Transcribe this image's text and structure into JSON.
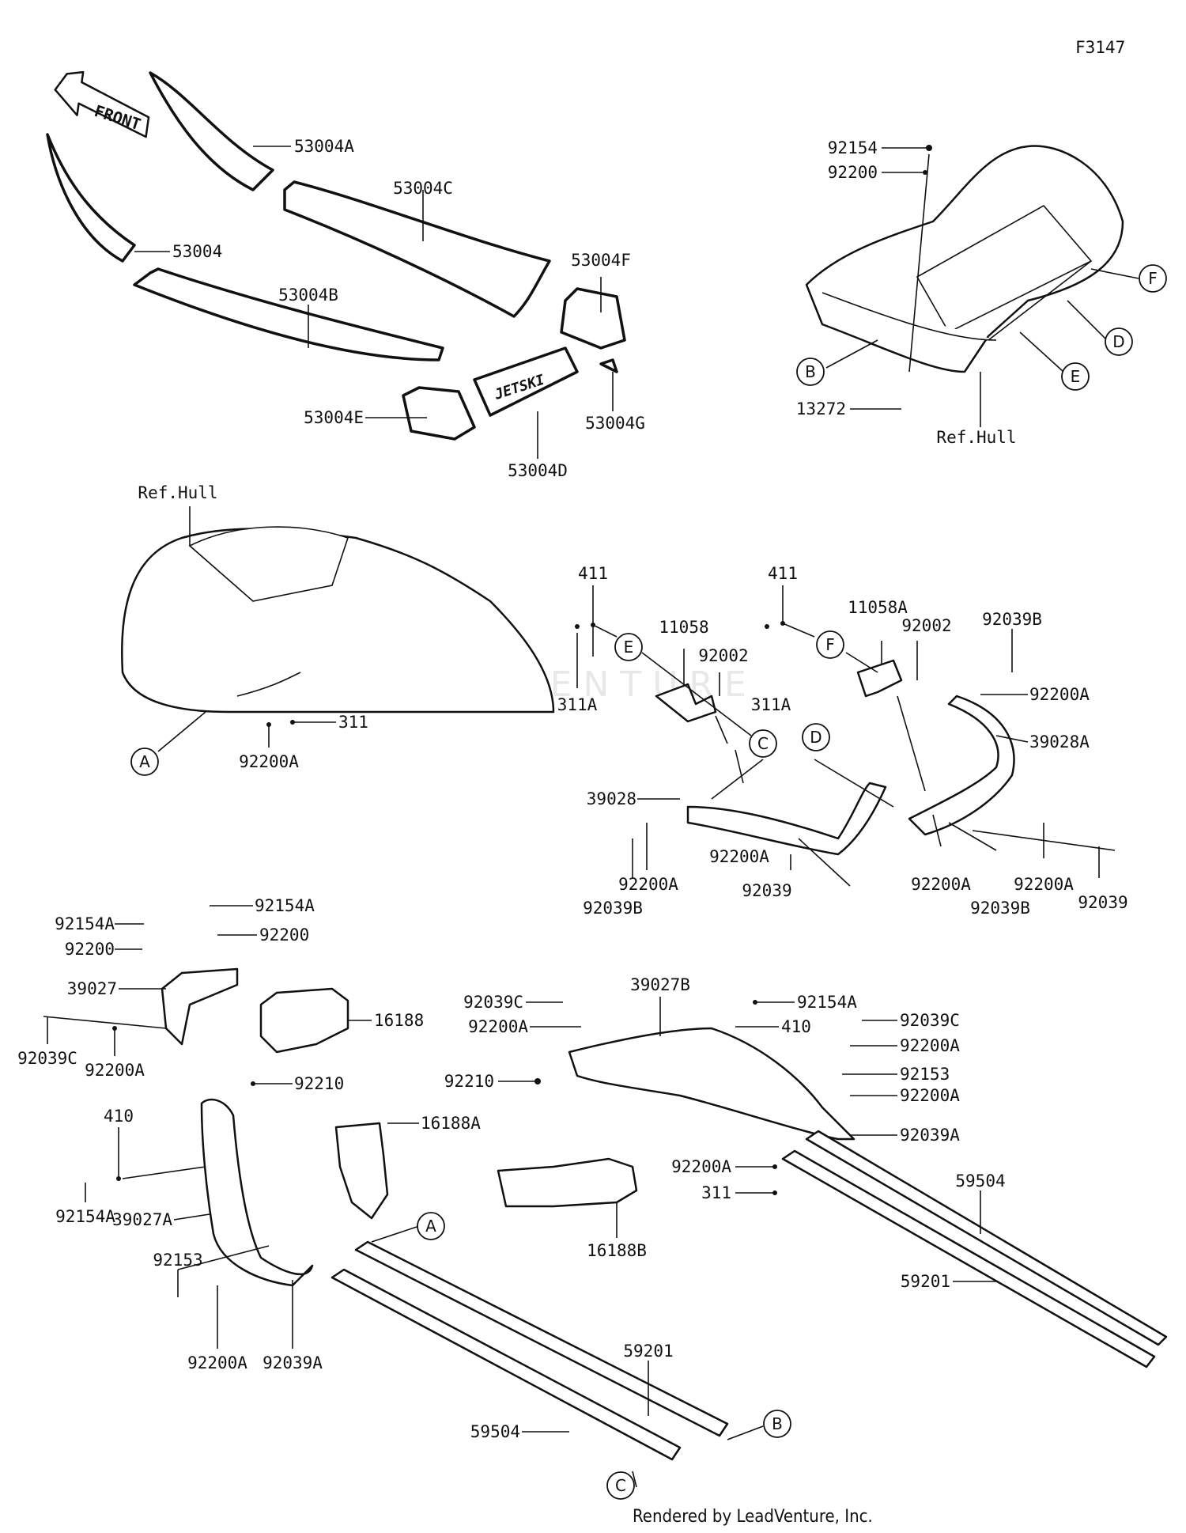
{
  "figure_code": "F3147",
  "watermark": "LEADVENTURE",
  "footer": "Rendered by LeadVenture, Inc.",
  "front_arrow": "FRONT",
  "decal_logo": "JETSKI",
  "ref_hull": "Ref.Hull",
  "labels": {
    "p53004A": "53004A",
    "p53004C": "53004C",
    "p53004": "53004",
    "p53004B": "53004B",
    "p53004F": "53004F",
    "p53004E": "53004E",
    "p53004G": "53004G",
    "p53004D": "53004D",
    "p92154_top": "92154",
    "p92200_top": "92200",
    "p13272": "13272",
    "p411_a": "411",
    "p311A_a": "311A",
    "p11058": "11058",
    "p92002_a": "92002",
    "p411_b": "411",
    "p311A_b": "311A",
    "p11058A": "11058A",
    "p92002_b": "92002",
    "p92039B_top": "92039B",
    "p92200A_r1": "92200A",
    "p39028A": "39028A",
    "p39028": "39028",
    "p92200A_c1": "92200A",
    "p92200A_c2": "92200A",
    "p92039_mid": "92039",
    "p92039B_l": "92039B",
    "p92200A_c3": "92200A",
    "p92039B_r": "92039B",
    "p92200A_c4": "92200A",
    "p92039_r": "92039",
    "p311_mid": "311",
    "p92200A_hull": "92200A",
    "p92154A_1": "92154A",
    "p92154A_2": "92154A",
    "p92200_l1": "92200",
    "p92200_l2": "92200",
    "p39027": "39027",
    "p16188": "16188",
    "p92039C_l": "92039C",
    "p92200A_l": "92200A",
    "p92210_l": "92210",
    "p410_l": "410",
    "p16188A": "16188A",
    "p39027A": "39027A",
    "p92154A_l": "92154A",
    "p92153_l": "92153",
    "p92200A_bl": "92200A",
    "p92039A_bl": "92039A",
    "p59201_l": "59201",
    "p59504_l": "59504",
    "p39027B": "39027B",
    "p92039C_m": "92039C",
    "p92200A_m": "92200A",
    "p92210_m": "92210",
    "p92154A_m": "92154A",
    "p410_m": "410",
    "p92039C_r": "92039C",
    "p92200A_m2": "92200A",
    "p92153_r": "92153",
    "p92200A_m3": "92200A",
    "p92039A_r": "92039A",
    "p92200A_m4": "92200A",
    "p311_m": "311",
    "p16188B": "16188B",
    "p59504_r": "59504",
    "p59201_r": "59201"
  },
  "callouts": {
    "A1": "A",
    "A2": "A",
    "B1": "B",
    "B2": "B",
    "C1": "C",
    "C2": "C",
    "D1": "D",
    "D2": "D",
    "E1": "E",
    "E2": "E",
    "F1": "F",
    "F2": "F"
  }
}
